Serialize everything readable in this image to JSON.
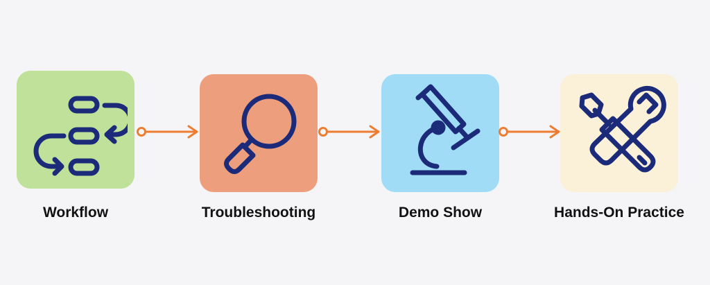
{
  "steps": [
    {
      "label": "Workflow",
      "color": "#bfe19a",
      "icon": "workflow-icon"
    },
    {
      "label": "Troubleshooting",
      "color": "#ec9e7d",
      "icon": "magnifying-glass-icon"
    },
    {
      "label": "Demo Show",
      "color": "#a0dcf6",
      "icon": "microscope-icon"
    },
    {
      "label": "Hands-On Practice",
      "color": "#fbf0d8",
      "icon": "tools-icon"
    }
  ],
  "colors": {
    "background": "#f5f4f7",
    "icon_stroke": "#1b2b7a",
    "connector": "#ed7d31",
    "text": "#111111"
  }
}
